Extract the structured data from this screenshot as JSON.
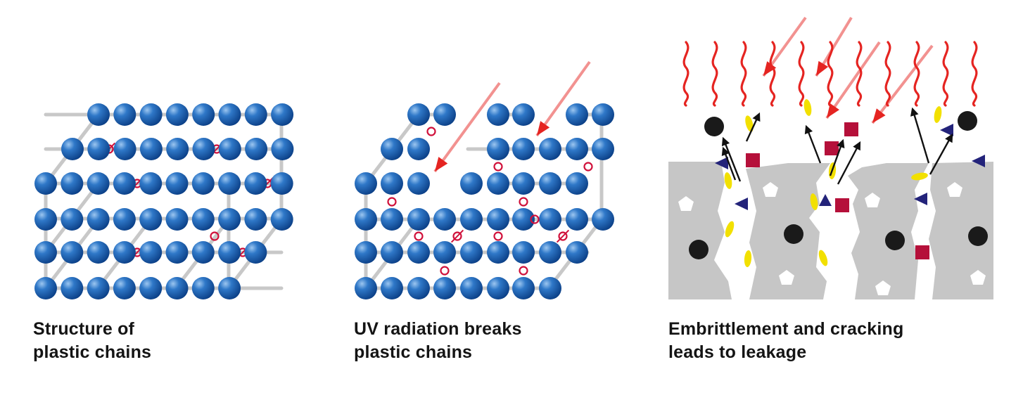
{
  "panels": [
    {
      "id": "structure",
      "caption": [
        "Structure of",
        "plastic chains"
      ]
    },
    {
      "id": "uv-breaks",
      "caption": [
        "UV radiation breaks",
        "plastic chains"
      ]
    },
    {
      "id": "cracking",
      "caption": [
        "Embrittlement and cracking",
        "leads to leakage"
      ]
    }
  ],
  "colors": {
    "bead_light": "#6fa8e0",
    "bead_mid": "#1f63b8",
    "bead_dark": "#0b3f86",
    "bond": "#c8c8c8",
    "broken_bond": "#d0103a",
    "uv_ray": "#e52421",
    "heat_wave": "#e52421",
    "plastic_chunk": "#c6c6c6",
    "black_particle": "#1a1a1a",
    "red_square": "#b5103a",
    "navy_triangle": "#23237a",
    "yellow_droplet": "#f2e000"
  }
}
